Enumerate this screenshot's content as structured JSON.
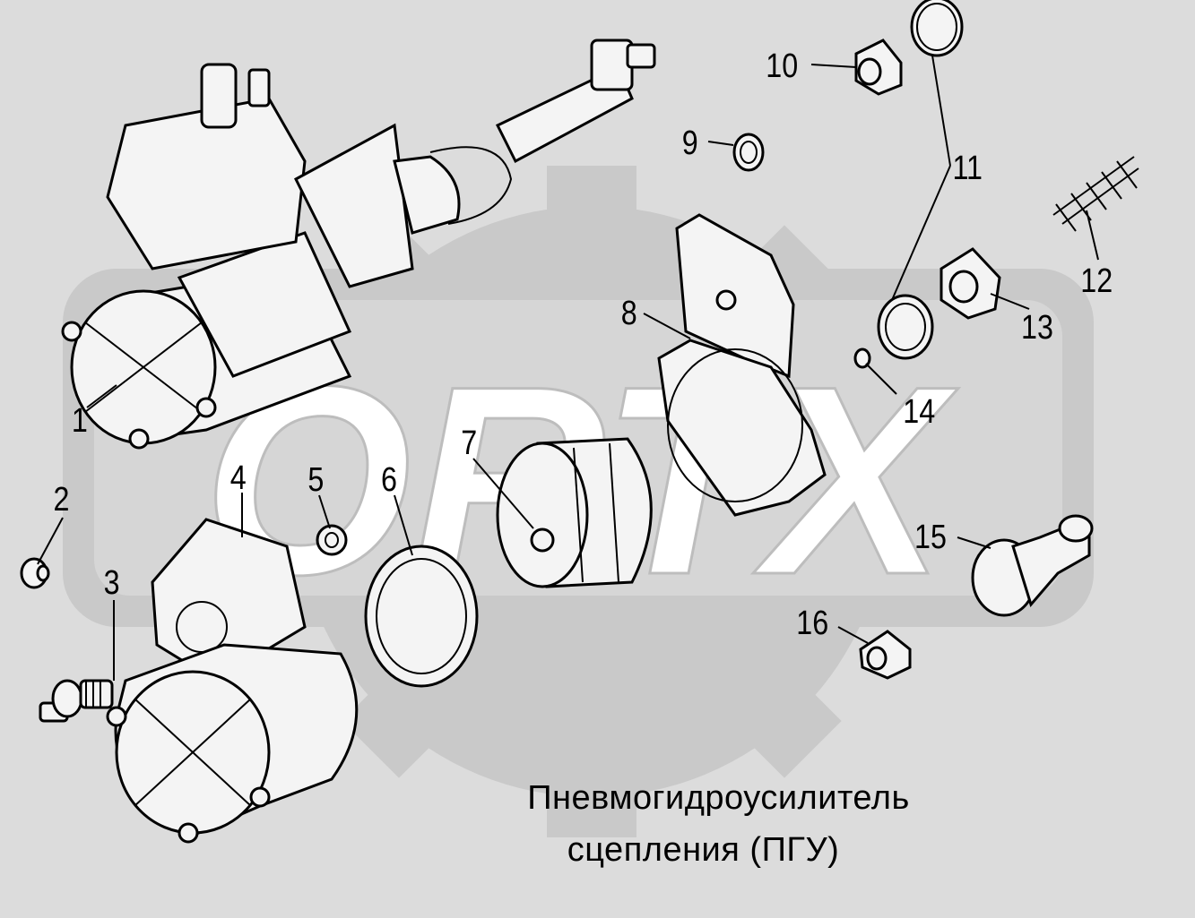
{
  "watermark": {
    "text": "ORTX",
    "color": "#ffffff",
    "ring_color": "#c9c9c9"
  },
  "colors": {
    "background": "#dcdcdc",
    "line": "#000000",
    "part_fill": "#f4f4f4"
  },
  "callouts": [
    {
      "id": "c1",
      "label": "1"
    },
    {
      "id": "c2",
      "label": "2"
    },
    {
      "id": "c3",
      "label": "3"
    },
    {
      "id": "c4",
      "label": "4"
    },
    {
      "id": "c5",
      "label": "5"
    },
    {
      "id": "c6",
      "label": "6"
    },
    {
      "id": "c7",
      "label": "7"
    },
    {
      "id": "c8",
      "label": "8"
    },
    {
      "id": "c9",
      "label": "9"
    },
    {
      "id": "c10",
      "label": "10"
    },
    {
      "id": "c11",
      "label": "11"
    },
    {
      "id": "c12",
      "label": "12"
    },
    {
      "id": "c13",
      "label": "13"
    },
    {
      "id": "c14",
      "label": "14"
    },
    {
      "id": "c15",
      "label": "15"
    },
    {
      "id": "c16",
      "label": "16"
    }
  ],
  "caption": {
    "line1": "Пневмогидроусилитель",
    "line2": "сцепления  (ПГУ)"
  }
}
